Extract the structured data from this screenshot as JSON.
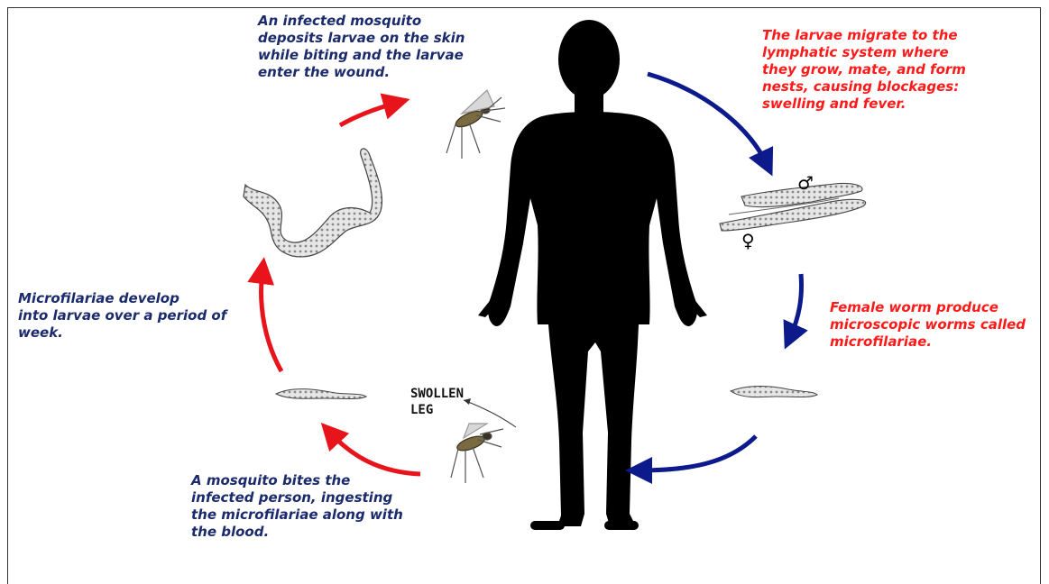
{
  "captions": {
    "infection": "An infected mosquito\ndeposits larvae on the skin\nwhile biting and the larvae\nenter the wound.",
    "migration": "The larvae migrate to the\nlymphatic system where\nthey grow, mate, and form\nnests, causing blockages:\nswelling and fever.",
    "reproduction": "Female worm produce\nmicroscopic worms called\nmicrofilariae.",
    "development": "Microfilariae develop\ninto larvae over a period of\nweek.",
    "transmission": "A mosquito bites the\ninfected person, ingesting\nthe microfilariae along with\nthe blood.",
    "swollen_leg": "SWOLLEN\nLEG"
  },
  "symbols": {
    "male": "♂",
    "female": "♀"
  },
  "colors": {
    "human_stage_text": "#ff1a1a",
    "mosquito_stage_text": "#1a2a6c",
    "human_stage_arrows": "#0d1a8c",
    "mosquito_stage_arrows": "#e8141c",
    "silhouette": "#000000"
  },
  "icons": [
    "human-silhouette",
    "mosquito-icon",
    "larva-icon",
    "adult-worms-icon",
    "microfilaria-icon"
  ]
}
